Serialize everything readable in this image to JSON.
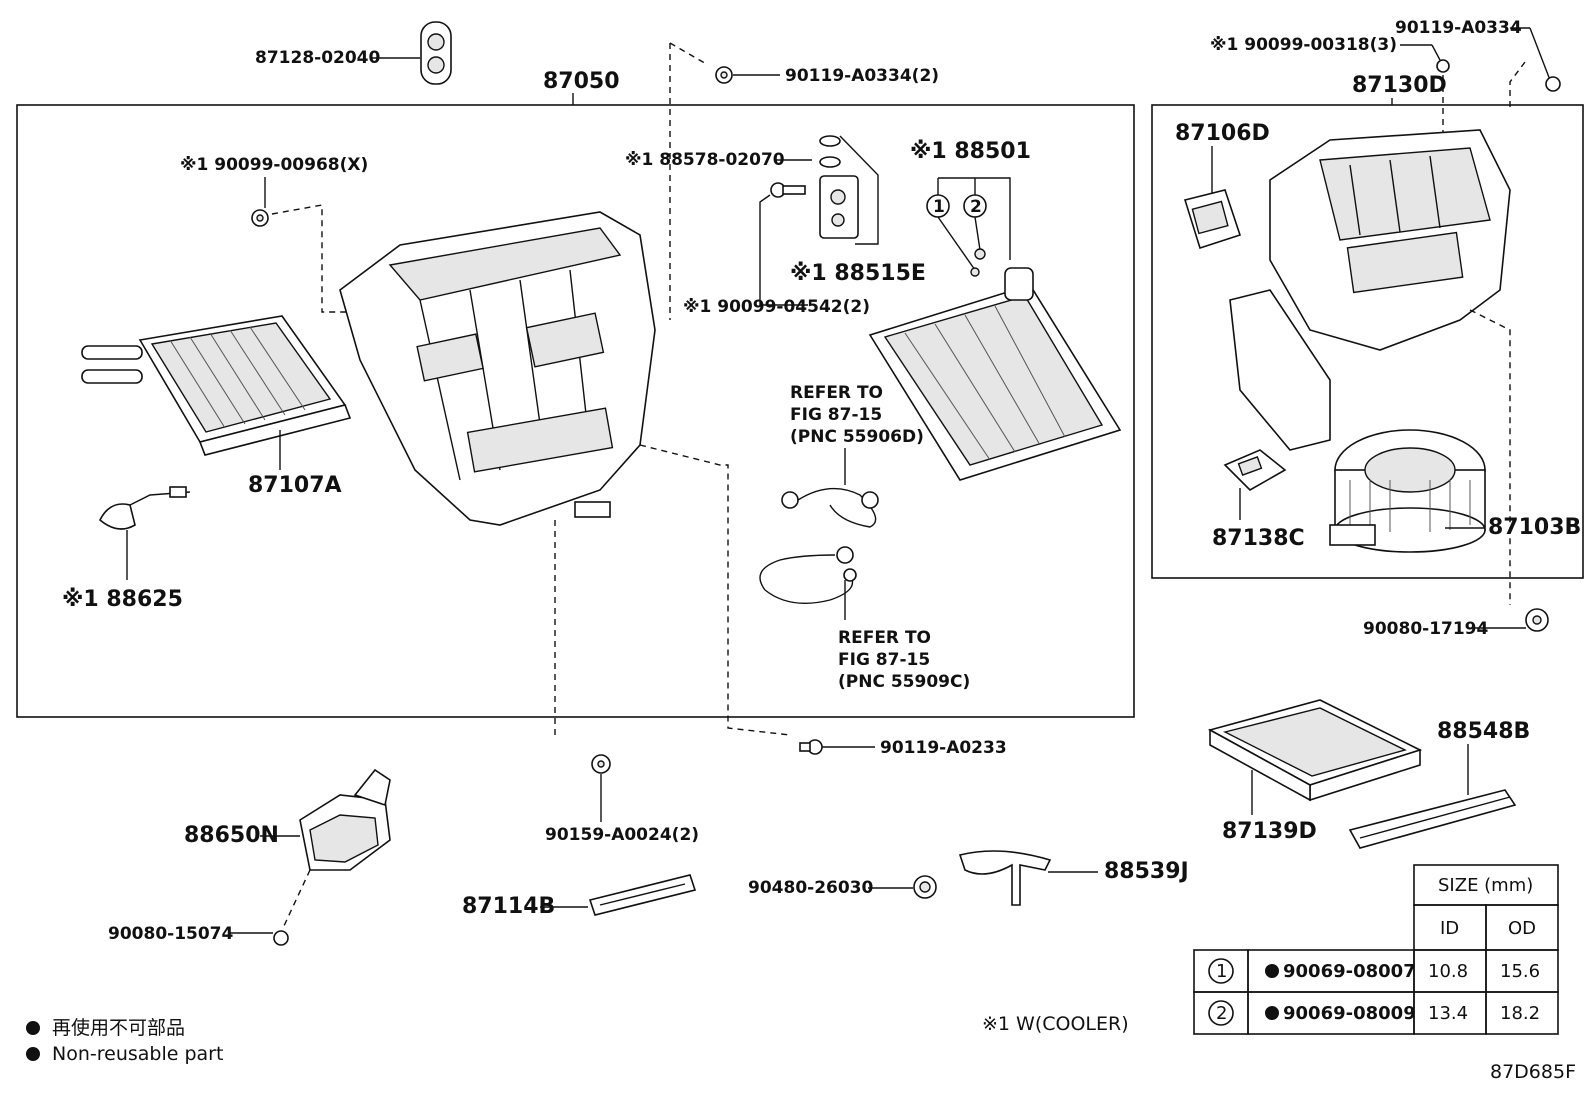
{
  "labels": {
    "p87128": "87128-02040",
    "p87050": "87050",
    "p90119a": "90119-A0334(2)",
    "p90099_968": "※1 90099-00968(X)",
    "p88578": "※1 88578-02070",
    "p88501": "※1 88501",
    "c1": "1",
    "c2": "2",
    "p88515e": "※1 88515E",
    "p90099_4542": "※1 90099-04542(2)",
    "p87107a": "87107A",
    "p88625": "※1 88625",
    "ref1_l1": "REFER TO",
    "ref1_l2": "FIG 87-15",
    "ref1_l3": "(PNC 55906D)",
    "ref2_l1": "REFER TO",
    "ref2_l2": "FIG 87-15",
    "ref2_l3": "(PNC 55909C)",
    "p90119_right": "90119-A0334",
    "p90099_318": "※1 90099-00318(3)",
    "p87130d": "87130D",
    "p87106d": "87106D",
    "p87138c": "87138C",
    "p87103b": "87103B",
    "p90080_17194": "90080-17194",
    "p90119_a0233": "90119-A0233",
    "p90159": "90159-A0024(2)",
    "p88650n": "88650N",
    "p90080_15074": "90080-15074",
    "p87114b": "87114B",
    "p90480": "90480-26030",
    "p88539j": "88539J",
    "p87139d": "87139D",
    "p88548b": "88548B",
    "note_cooler": "※1 W(COOLER)",
    "fig_id": "87D685F"
  },
  "legend": {
    "jp": "再使用不可部品",
    "en": "Non-reusable part"
  },
  "size_table": {
    "header": "SIZE (mm)",
    "col_id": "ID",
    "col_od": "OD",
    "rows": [
      {
        "mark": "1",
        "part": "90069-08007",
        "id": "10.8",
        "od": "15.6"
      },
      {
        "mark": "2",
        "part": "90069-08009",
        "id": "13.4",
        "od": "18.2"
      }
    ]
  }
}
